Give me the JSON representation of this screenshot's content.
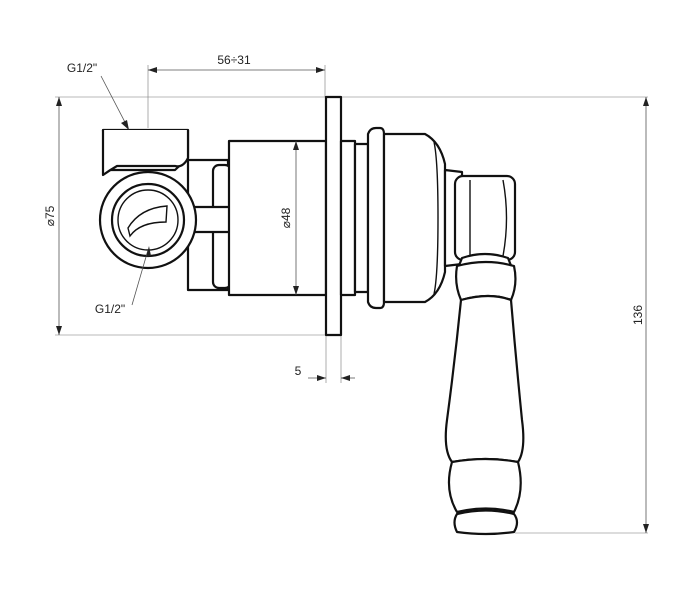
{
  "labels": {
    "thread_top": "G1/2\"",
    "thread_bottom": "G1/2\"",
    "depth_range": "56÷31",
    "outer_diameter": "⌀75",
    "body_diameter": "⌀48",
    "plate_thickness": "5",
    "total_height": "136"
  }
}
